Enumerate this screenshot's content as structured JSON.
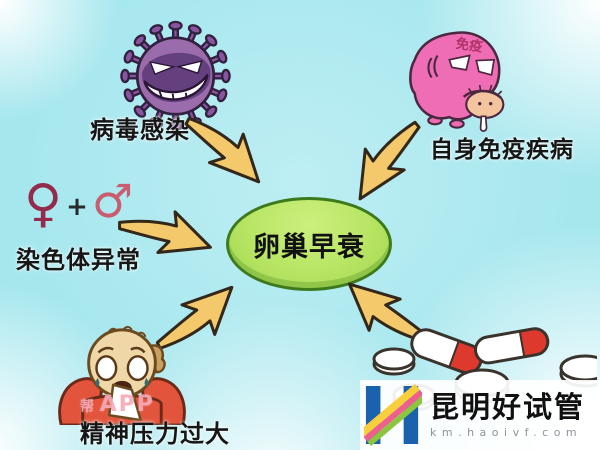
{
  "center_node": {
    "label": "卵巢早衰"
  },
  "causes": {
    "virus": {
      "label": "病毒感染"
    },
    "autoimmune": {
      "label": "自身免疫疾病",
      "cell_badge": "免疫"
    },
    "chromosome": {
      "label": "染色体异常",
      "female_symbol": "♀",
      "plus": "+",
      "male_symbol": "♂"
    },
    "stress": {
      "label": "精神压力过大"
    },
    "medication": {
      "label": ""
    }
  },
  "watermarks": {
    "app_prefix": "帮",
    "app_label": "APP",
    "brand_name": "昆明好试管",
    "brand_url": "km.haoivf.com"
  },
  "colors": {
    "background": "#a6e7ee",
    "center_fill": "#b7e563",
    "center_border": "#3c7a1c",
    "arrow_fill": "#f4c96b",
    "virus_body": "#8a55a0",
    "immune_cell_pink": "#ee6db4",
    "small_cell": "#f4c49f",
    "shirt_red": "#e2543c",
    "capsule_red": "#dd392c",
    "logo_blue": "#1a61ae"
  }
}
